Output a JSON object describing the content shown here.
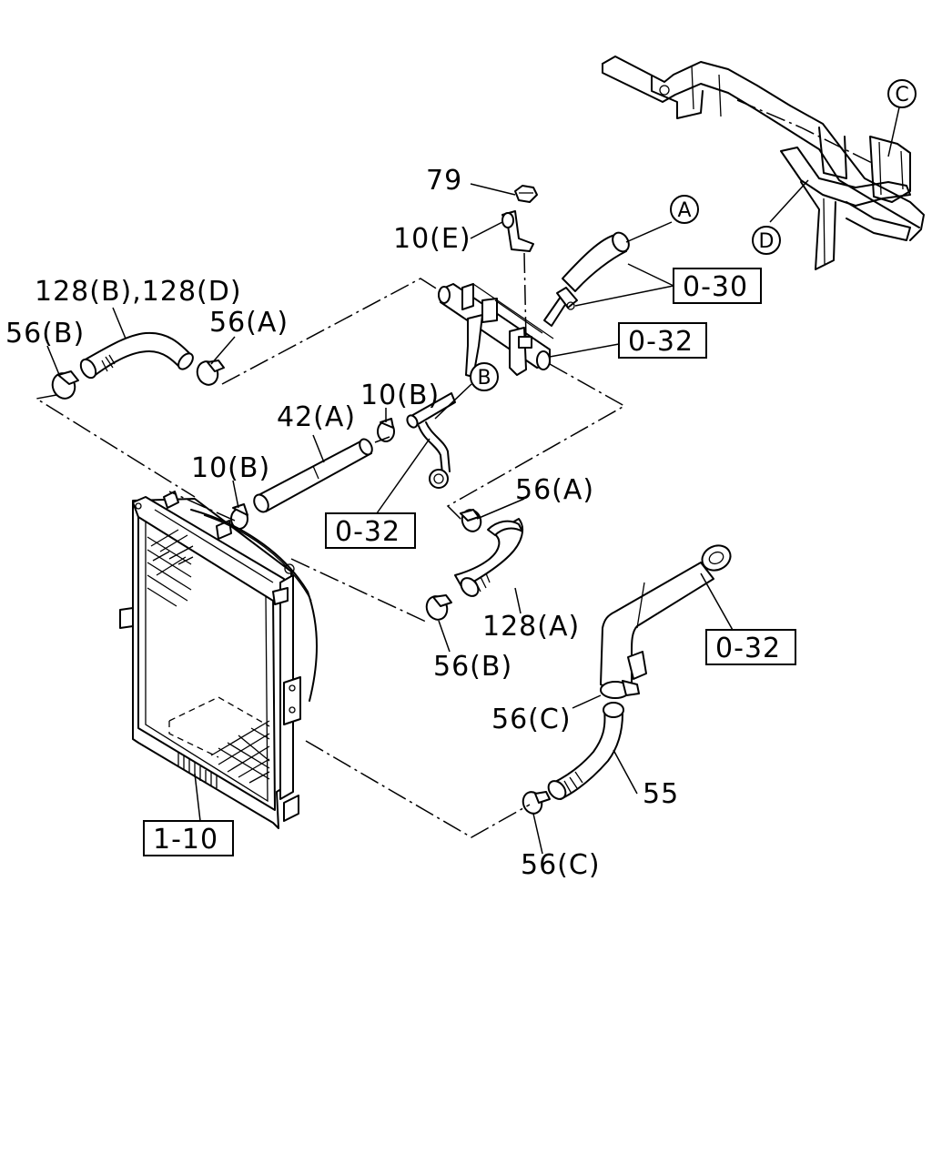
{
  "labels": {
    "l79": "79",
    "l10e": "10(E)",
    "l128bd": "128(B),128(D)",
    "l56a_top": "56(A)",
    "l56b_left": "56(B)",
    "l10b_top": "10(B)",
    "l42a": "42(A)",
    "l10b_left": "10(B)",
    "l56a_mid": "56(A)",
    "l128a": "128(A)",
    "l56b_mid": "56(B)",
    "l56c_mid": "56(C)",
    "l55": "55",
    "l56c_bottom": "56(C)"
  },
  "references": {
    "r030": "0-30",
    "r032_top": "0-32",
    "r032_mid": "0-32",
    "r032_right": "0-32",
    "r110": "1-10"
  },
  "callouts": {
    "cA": "A",
    "cB": "B",
    "cC": "C",
    "cD": "D"
  }
}
